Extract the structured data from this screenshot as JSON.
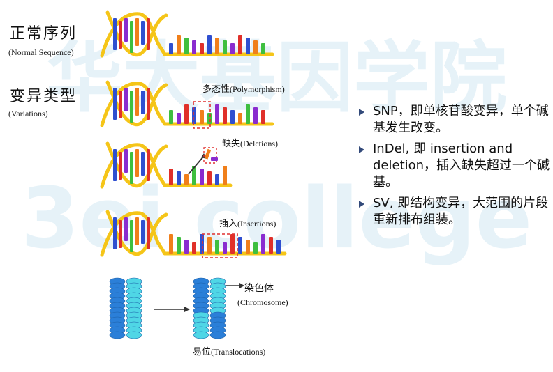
{
  "watermark": {
    "text_top": "华大基因学院",
    "text_bottom": "3ei college",
    "color": "#b9dced"
  },
  "normal": {
    "title": "正常序列",
    "subtitle": "(Normal Sequence)"
  },
  "variations": {
    "title": "变异类型",
    "subtitle": "(Variations)"
  },
  "labels": {
    "polymorphism_cn": "多态性",
    "polymorphism_en": "(Polymorphism)",
    "deletions_cn": "缺失",
    "deletions_en": "(Deletions)",
    "insertions_cn": "插入",
    "insertions_en": "(Insertions)",
    "chromosome_cn": "染色体",
    "chromosome_en": "(Chromosome)",
    "translocations_cn": "易位",
    "translocations_en": "(Translocations)"
  },
  "bullets": [
    "SNP，即单核苷酸变异，单个碱基发生改变。",
    "InDel, 即 insertion and deletion，插入缺失超过一个碱基。",
    "SV, 即结构变异，大范围的片段重新排布组装。"
  ],
  "colors": {
    "backbone": "#f5c518",
    "blue": "#2f4fd0",
    "green": "#3fbf3f",
    "red": "#e0302a",
    "orange": "#f07f1a",
    "purple": "#8a2ccf",
    "highlight": "#e03030",
    "chrom_dark": "#2b7fd8",
    "chrom_light": "#4fd6e6"
  }
}
